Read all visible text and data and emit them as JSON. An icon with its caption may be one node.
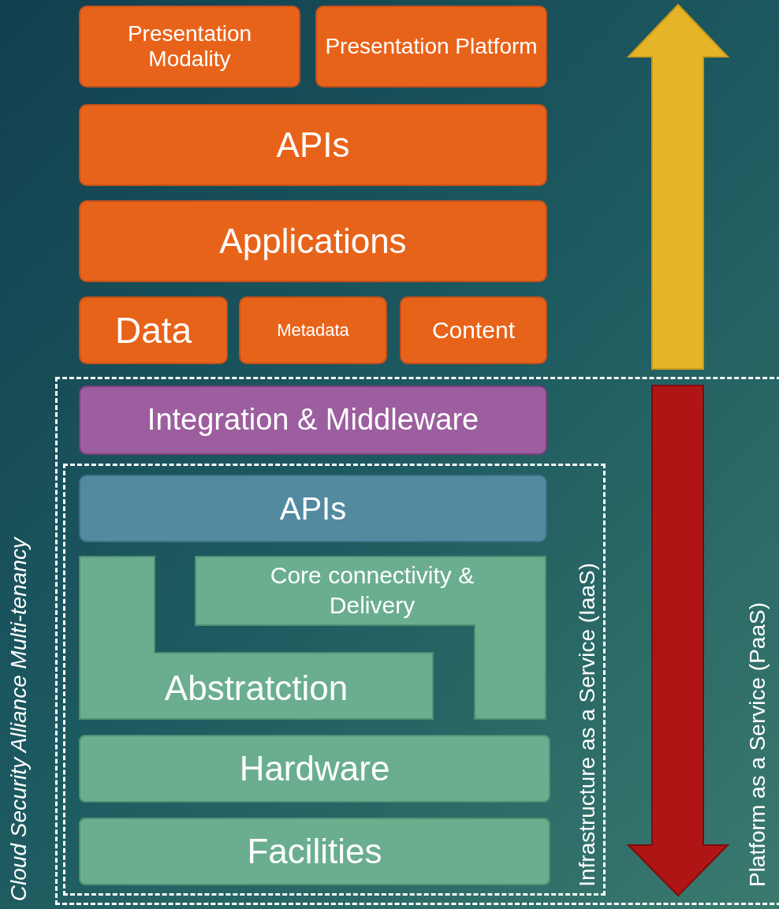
{
  "diagram": {
    "nodes": [
      {
        "text": [
          "Presentation Modality"
        ]
      },
      {
        "text": [
          "Presentation Platform"
        ]
      },
      {
        "text": [
          "APIs"
        ]
      },
      {
        "text": [
          "Applications"
        ]
      },
      {
        "text": [
          "Data"
        ]
      },
      {
        "text": [
          "Metadata"
        ]
      },
      {
        "text": [
          "Content"
        ]
      },
      {
        "text": [
          "Platform as a Service (PaaS)"
        ]
      },
      {
        "text": [
          "Integration & Middleware"
        ],
        "in": 7
      },
      {
        "text": [
          "Infrastructure as a Service (IaaS)"
        ],
        "in": 7
      },
      {
        "text": [
          "APIs"
        ],
        "in": 9
      },
      {
        "text": [
          "Core connectivity & Delivery"
        ],
        "in": 9
      },
      {
        "text": [
          "Abstratction"
        ],
        "in": 9
      },
      {
        "text": [
          "Hardware"
        ],
        "in": 9
      },
      {
        "text": [
          "Facilities"
        ],
        "in": 9
      }
    ],
    "labels": [
      "Cloud Security Alliance Multi-tenancy"
    ]
  }
}
